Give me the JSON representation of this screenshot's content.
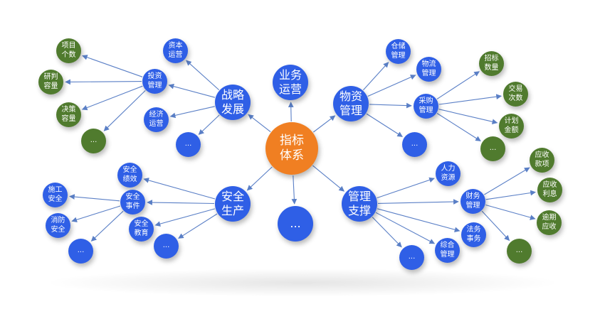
{
  "diagram": {
    "center": "指标\n体系",
    "main": {
      "strategy": "战略\n发展",
      "business": "业务\n运营",
      "material": "物资\n管理",
      "safety": "安全\n生产",
      "more": "...",
      "support": "管理\n支撑"
    },
    "strategy_children": {
      "capital": "资本\n运营",
      "investment": "投资\n管理",
      "economic": "经济\n运营",
      "more": "..."
    },
    "investment_children": {
      "projects": "项目\n个数",
      "research": "研判\n容量",
      "decision": "决策\n容量",
      "more": "..."
    },
    "material_children": {
      "storage": "仓储\n管理",
      "logistics": "物流\n管理",
      "purchase": "采购\n管理",
      "more": "..."
    },
    "purchase_children": {
      "bids": "招标\n数量",
      "trades": "交易\n次数",
      "planned": "计划\n金额",
      "more": "..."
    },
    "safety_children": {
      "performance": "安全\n绩效",
      "incidents": "安全\n事件",
      "education": "安全\n教育",
      "more": "..."
    },
    "incident_children": {
      "construction": "施工\n安全",
      "fire": "消防\n安全",
      "more": "..."
    },
    "support_children": {
      "hr": "人力\n资源",
      "finance": "财务\n管理",
      "legal": "法务\n事务",
      "general": "综合\n管理",
      "more": "..."
    },
    "finance_children": {
      "receivable": "应收\n款项",
      "interest": "应收\n利息",
      "overdue": "逾期\n应收",
      "more": "..."
    }
  },
  "colors": {
    "blue": "#2f5fe6",
    "green": "#507b2e",
    "orange": "#f07f22",
    "line": "#5a7fc6"
  }
}
